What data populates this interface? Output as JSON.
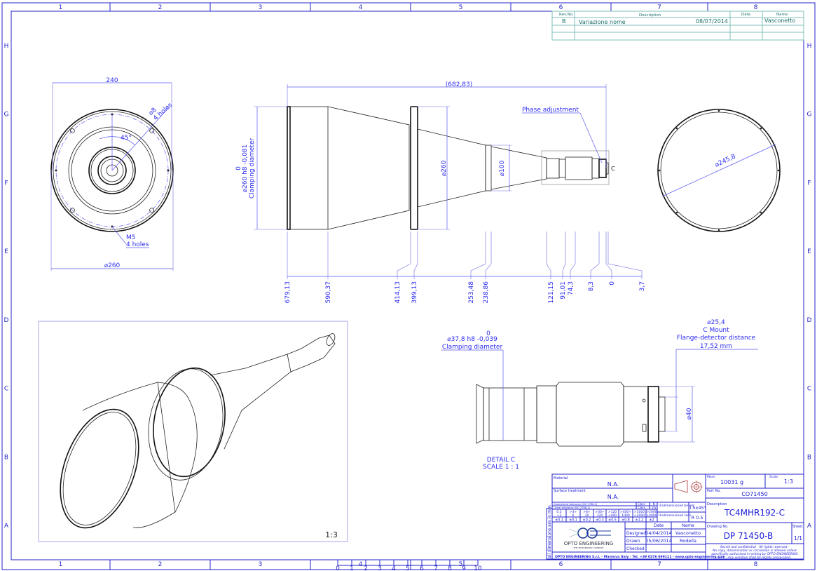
{
  "sheet": {
    "columns": [
      "1",
      "2",
      "3",
      "4",
      "5",
      "6",
      "7",
      "8"
    ],
    "rows": [
      "H",
      "G",
      "F",
      "E",
      "D",
      "C",
      "B",
      "A"
    ]
  },
  "revision": {
    "headers": {
      "rev": "Rev.No.",
      "desc": "Description",
      "date": "Date",
      "name": "Name"
    },
    "rows": [
      {
        "rev": "B",
        "desc": "Variazione nome",
        "date": "08/07/2014",
        "name": "Vasconetto"
      }
    ]
  },
  "front_view": {
    "width_dim": "240",
    "hole_dim": "⌀8",
    "hole_count": "4 holes",
    "angle": "45°",
    "thread": "M5",
    "thread_count": "4 holes",
    "diameter": "⌀260"
  },
  "side_view": {
    "overall": "(682,83)",
    "clamp_tol_upper": "0",
    "clamp_dia": "⌀260 h8 -0,081",
    "clamp_label": "Clamping diameter",
    "flange_dia": "⌀260",
    "neck_dia": "⌀100",
    "phase": "Phase adjustment",
    "detail_marker": "C",
    "stations": [
      "679,13",
      "590,37",
      "414,13",
      "399,13",
      "253,48",
      "238,86",
      "121,15",
      "91,01",
      "74,3",
      "8,3",
      "0",
      "3,7"
    ]
  },
  "rear_view": {
    "diameter": "⌀245,8"
  },
  "iso_view": {
    "scale": "1:3"
  },
  "detail_c": {
    "clamp_tol_upper": "0",
    "clamp_dia": "⌀37,8 h8 -0,039",
    "clamp_label": "Clamping diameter",
    "mount_dia": "⌀25,4",
    "mount_type": "C Mount",
    "flange_label": "Flange-detector distance",
    "flange_value": "17,52 mm",
    "body_dia": "⌀40",
    "title": "DETAIL C",
    "scale": "SCALE 1 : 1"
  },
  "title_block": {
    "material_label": "Material",
    "material": "N.A.",
    "surface_label": "Surface treatment",
    "surface": "N.A.",
    "geo_tol_label": "Geometrical tolerance (ISO 2768-2)",
    "lin_tol_label": "Linear tolerance (ISO 2768-1)",
    "class_label": "Class",
    "geo_class": "K",
    "lin_class": "m",
    "ranges": [
      [
        "0.5",
        "÷3"
      ],
      [
        ">3÷",
        "6"
      ],
      [
        ">6÷",
        "30"
      ],
      [
        ">30÷",
        "120"
      ],
      [
        ">120",
        "÷400"
      ],
      [
        ">400÷",
        "1000"
      ],
      [
        ">1000",
        "÷2000"
      ],
      [
        ">2000",
        "÷4000"
      ]
    ],
    "tolerances": [
      "±0.1",
      "±0.1",
      "±0.2",
      "±0.3",
      "±0.5",
      "±0.8",
      "±1.2",
      "±2"
    ],
    "bevels_label": "Undimensioned bevels",
    "bevels": "0.5x45°",
    "radii_label": "Undimensioned radii",
    "radii": "R 0.5",
    "units_note": "all dimensions are in mm",
    "logo": "OPTO ENGINEERING",
    "logo_tagline": "THE TELECENTRIC COMPANY",
    "date_header": "Date",
    "name_header": "Name",
    "designed_label": "Designed",
    "designed_date": "04/04/2014",
    "designed_name": "Vasconetto",
    "drawn_label": "Drawn",
    "drawn_date": "05/06/2014",
    "drawn_name": "Rodella",
    "checked_label": "Checked",
    "footer": "OPTO ENGINEERING S.r.l. - Mantova Italy - Tel. +39 0376 699111 - www.opto-engineering.com",
    "mass_label": "Mass",
    "mass": "10031 g",
    "scale_label": "Scale",
    "scale": "1:3",
    "part_label": "Part No.",
    "part": "CO71450",
    "desc_label": "Description",
    "desc": "TC4MHR192-C",
    "drawing_label": "Drawing No.",
    "drawing": "DP 71450-B",
    "sheet_label": "Sheet",
    "sheet": "1/1",
    "confidential": [
      "Secret and confidential - All rights reserved -",
      "No copy, dissemination or circulation is allowed unless",
      "specifically authorized in writing by OPTO ENGINEERING",
      "S.r.l. - Any violation shall be legally prosecuted."
    ]
  },
  "scale_bar": [
    "0",
    "1",
    "2",
    "3",
    "4",
    "5",
    "6",
    "7",
    "8",
    "9",
    "10"
  ],
  "colors": {
    "frame": "#2020c8",
    "dimension": "#2a2af0",
    "revision": "#7cc2ba"
  }
}
